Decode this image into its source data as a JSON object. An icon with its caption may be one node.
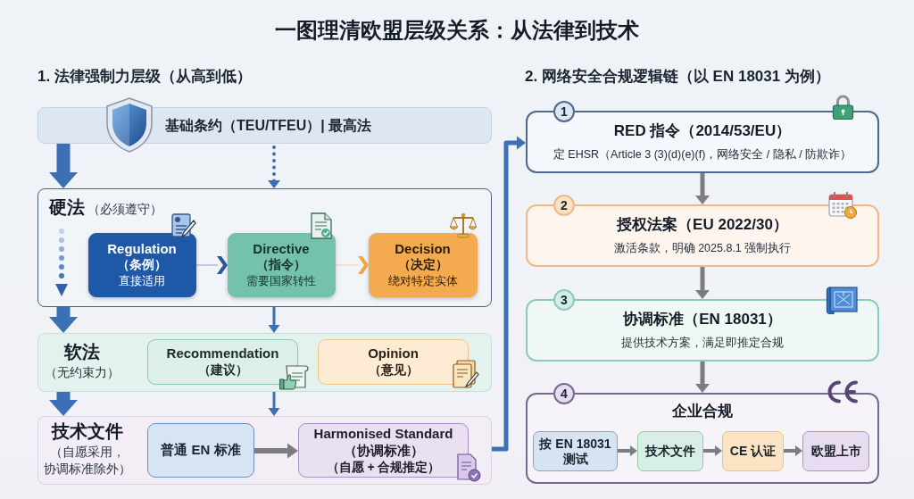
{
  "diagram": {
    "title": "一图理清欧盟层级关系：从法律到技术",
    "nodes": [
      {
        "text": [
          "基础条约（TEU/TFEU）| 最高法"
        ]
      },
      {
        "text": [
          "硬法",
          "（必须遵守）"
        ]
      },
      {
        "text": [
          "Regulation",
          "（条例）",
          "直接适用"
        ],
        "in": 1
      },
      {
        "text": [
          "Directive",
          "（指令）",
          "需要国家转性"
        ],
        "in": 1
      },
      {
        "text": [
          "Decision",
          "（决定）",
          "绕对特定实体"
        ],
        "in": 1
      },
      {
        "text": [
          "软法",
          "（无约束力）"
        ]
      },
      {
        "text": [
          "Recommendation",
          "（建议）"
        ],
        "in": 5
      },
      {
        "text": [
          "Opinion",
          "（意见）"
        ],
        "in": 5
      },
      {
        "text": [
          "技术文件",
          "（自愿采用，协调标准除外）"
        ]
      },
      {
        "text": [
          "普通 EN 标准"
        ],
        "in": 8
      },
      {
        "text": [
          "Harmonised Standard",
          "（协调标准）",
          "（自愿 + 合规推定）"
        ],
        "in": 8
      },
      {
        "text": [
          "1",
          "RED 指令（2014/53/EU）",
          "定 EHSR（Article 3 (3)(d)(e)(f)，网络安全 / 隐私 / 防欺诈）"
        ]
      },
      {
        "text": [
          "2",
          "授权法案（EU 2022/30）",
          "激活条款，明确 2025.8.1 强制执行"
        ]
      },
      {
        "text": [
          "3",
          "协调标准（EN 18031）",
          "提供技术方案，满足即推定合规"
        ]
      },
      {
        "text": [
          "4",
          "企业合规"
        ]
      },
      {
        "text": [
          "按 EN 18031 测试"
        ],
        "in": 14
      },
      {
        "text": [
          "技术文件"
        ],
        "in": 14
      },
      {
        "text": [
          "CE 认证"
        ],
        "in": 14
      },
      {
        "text": [
          "欧盟上市"
        ],
        "in": 14
      }
    ],
    "edges": [
      {
        "from": 0,
        "to": 1,
        "arrow": "to",
        "style": "thick",
        "color": "#3b6fb6"
      },
      {
        "from": 0,
        "to": 1,
        "arrow": "to",
        "style": "dashed",
        "color": "#3b6fb6"
      },
      {
        "from": 2,
        "to": 3,
        "arrow": "to",
        "color": "#2c5896"
      },
      {
        "from": 3,
        "to": 4,
        "arrow": "to",
        "color": "#f2a548"
      },
      {
        "from": 1,
        "to": 5,
        "arrow": "to",
        "style": "thick",
        "color": "#3b6fb6"
      },
      {
        "from": 1,
        "to": 5,
        "arrow": "to",
        "color": "#3b6fb6"
      },
      {
        "from": 5,
        "to": 8,
        "arrow": "to",
        "style": "thick",
        "color": "#3b6fb6"
      },
      {
        "from": 5,
        "to": 8,
        "arrow": "to",
        "color": "#3b6fb6"
      },
      {
        "from": 9,
        "to": 10,
        "arrow": "to"
      },
      {
        "from": 8,
        "to": 11,
        "arrow": "to",
        "color": "#3b6fb6"
      },
      {
        "from": 11,
        "to": 12,
        "arrow": "to"
      },
      {
        "from": 12,
        "to": 13,
        "arrow": "to"
      },
      {
        "from": 13,
        "to": 14,
        "arrow": "to"
      },
      {
        "from": 15,
        "to": 16,
        "arrow": "to"
      },
      {
        "from": 16,
        "to": 17,
        "arrow": "to"
      },
      {
        "from": 17,
        "to": 18,
        "arrow": "to"
      }
    ],
    "labels": [
      "1. 法律强制力层级（从高到低）",
      "2. 网络安全合规逻辑链（以 EN 18031 为例）"
    ]
  }
}
